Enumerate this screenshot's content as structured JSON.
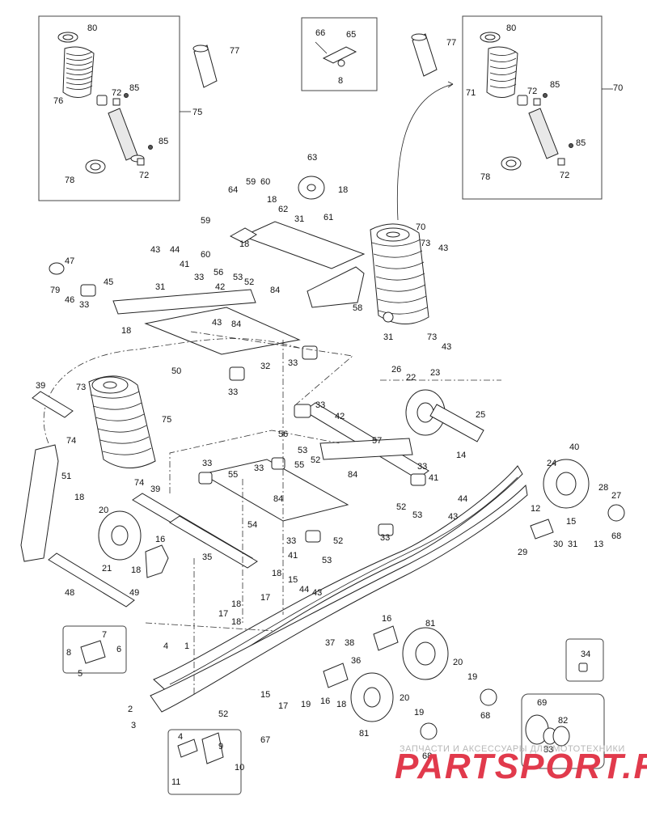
{
  "diagram": {
    "part_labels": [
      {
        "id": "80a",
        "text": "80"
      },
      {
        "id": "77a",
        "text": "77"
      },
      {
        "id": "66",
        "text": "66"
      },
      {
        "id": "65",
        "text": "65"
      },
      {
        "id": "8a",
        "text": "8"
      },
      {
        "id": "77b",
        "text": "77"
      },
      {
        "id": "80b",
        "text": "80"
      },
      {
        "id": "76",
        "text": "76"
      },
      {
        "id": "72a",
        "text": "72"
      },
      {
        "id": "85a",
        "text": "85"
      },
      {
        "id": "75a",
        "text": "75"
      },
      {
        "id": "85b",
        "text": "85"
      },
      {
        "id": "78a",
        "text": "78"
      },
      {
        "id": "72b",
        "text": "72"
      },
      {
        "id": "71",
        "text": "71"
      },
      {
        "id": "72c",
        "text": "72"
      },
      {
        "id": "85c",
        "text": "85"
      },
      {
        "id": "70a",
        "text": "70"
      },
      {
        "id": "85d",
        "text": "85"
      },
      {
        "id": "78b",
        "text": "78"
      },
      {
        "id": "72d",
        "text": "72"
      },
      {
        "id": "63",
        "text": "63"
      },
      {
        "id": "64",
        "text": "64"
      },
      {
        "id": "59a",
        "text": "59"
      },
      {
        "id": "60a",
        "text": "60"
      },
      {
        "id": "18a",
        "text": "18"
      },
      {
        "id": "18b",
        "text": "18"
      },
      {
        "id": "61",
        "text": "61"
      },
      {
        "id": "62",
        "text": "62"
      },
      {
        "id": "31a",
        "text": "31"
      },
      {
        "id": "59b",
        "text": "59"
      },
      {
        "id": "70b",
        "text": "70"
      },
      {
        "id": "73a",
        "text": "73"
      },
      {
        "id": "43a",
        "text": "43"
      },
      {
        "id": "60b",
        "text": "60"
      },
      {
        "id": "18c",
        "text": "18"
      },
      {
        "id": "56a",
        "text": "56"
      },
      {
        "id": "53a",
        "text": "53"
      },
      {
        "id": "52a",
        "text": "52"
      },
      {
        "id": "43b",
        "text": "43"
      },
      {
        "id": "44a",
        "text": "44"
      },
      {
        "id": "41a",
        "text": "41"
      },
      {
        "id": "33a",
        "text": "33"
      },
      {
        "id": "42a",
        "text": "42"
      },
      {
        "id": "47",
        "text": "47"
      },
      {
        "id": "45",
        "text": "45"
      },
      {
        "id": "79",
        "text": "79"
      },
      {
        "id": "46",
        "text": "46"
      },
      {
        "id": "33b",
        "text": "33"
      },
      {
        "id": "31b",
        "text": "31"
      },
      {
        "id": "84a",
        "text": "84"
      },
      {
        "id": "58",
        "text": "58"
      },
      {
        "id": "31c",
        "text": "31"
      },
      {
        "id": "73b",
        "text": "73"
      },
      {
        "id": "43c",
        "text": "43"
      },
      {
        "id": "18d",
        "text": "18"
      },
      {
        "id": "43d",
        "text": "43"
      },
      {
        "id": "84b",
        "text": "84"
      },
      {
        "id": "50",
        "text": "50"
      },
      {
        "id": "32",
        "text": "32"
      },
      {
        "id": "33c",
        "text": "33"
      },
      {
        "id": "33d",
        "text": "33"
      },
      {
        "id": "39a",
        "text": "39"
      },
      {
        "id": "73c",
        "text": "73"
      },
      {
        "id": "26",
        "text": "26"
      },
      {
        "id": "22",
        "text": "22"
      },
      {
        "id": "23",
        "text": "23"
      },
      {
        "id": "75b",
        "text": "75"
      },
      {
        "id": "33e",
        "text": "33"
      },
      {
        "id": "74a",
        "text": "74"
      },
      {
        "id": "42b",
        "text": "42"
      },
      {
        "id": "25",
        "text": "25"
      },
      {
        "id": "56b",
        "text": "56"
      },
      {
        "id": "57",
        "text": "57"
      },
      {
        "id": "53b",
        "text": "53"
      },
      {
        "id": "52b",
        "text": "52"
      },
      {
        "id": "51",
        "text": "51"
      },
      {
        "id": "33f",
        "text": "33"
      },
      {
        "id": "33g",
        "text": "33"
      },
      {
        "id": "55a",
        "text": "55"
      },
      {
        "id": "55b",
        "text": "55"
      },
      {
        "id": "33h",
        "text": "33"
      },
      {
        "id": "84c",
        "text": "84"
      },
      {
        "id": "41b",
        "text": "41"
      },
      {
        "id": "14",
        "text": "14"
      },
      {
        "id": "40",
        "text": "40"
      },
      {
        "id": "24",
        "text": "24"
      },
      {
        "id": "74b",
        "text": "74"
      },
      {
        "id": "39b",
        "text": "39"
      },
      {
        "id": "84d",
        "text": "84"
      },
      {
        "id": "52c",
        "text": "52"
      },
      {
        "id": "44b",
        "text": "44"
      },
      {
        "id": "28",
        "text": "28"
      },
      {
        "id": "18e",
        "text": "18"
      },
      {
        "id": "20a",
        "text": "20"
      },
      {
        "id": "54",
        "text": "54"
      },
      {
        "id": "53c",
        "text": "53"
      },
      {
        "id": "43e",
        "text": "43"
      },
      {
        "id": "27",
        "text": "27"
      },
      {
        "id": "12",
        "text": "12"
      },
      {
        "id": "33i",
        "text": "33"
      },
      {
        "id": "52d",
        "text": "52"
      },
      {
        "id": "33j",
        "text": "33"
      },
      {
        "id": "15a",
        "text": "15"
      },
      {
        "id": "68a",
        "text": "68"
      },
      {
        "id": "16a",
        "text": "16"
      },
      {
        "id": "53d",
        "text": "53"
      },
      {
        "id": "21",
        "text": "21"
      },
      {
        "id": "18f",
        "text": "18"
      },
      {
        "id": "35",
        "text": "35"
      },
      {
        "id": "41c",
        "text": "41"
      },
      {
        "id": "29",
        "text": "29"
      },
      {
        "id": "30",
        "text": "30"
      },
      {
        "id": "31d",
        "text": "31"
      },
      {
        "id": "13",
        "text": "13"
      },
      {
        "id": "18g",
        "text": "18"
      },
      {
        "id": "15b",
        "text": "15"
      },
      {
        "id": "44c",
        "text": "44"
      },
      {
        "id": "43f",
        "text": "43"
      },
      {
        "id": "48",
        "text": "48"
      },
      {
        "id": "49",
        "text": "49"
      },
      {
        "id": "17a",
        "text": "17"
      },
      {
        "id": "18h",
        "text": "18"
      },
      {
        "id": "17b",
        "text": "17"
      },
      {
        "id": "7",
        "text": "7"
      },
      {
        "id": "16b",
        "text": "16"
      },
      {
        "id": "81a",
        "text": "81"
      },
      {
        "id": "37",
        "text": "37"
      },
      {
        "id": "38",
        "text": "38"
      },
      {
        "id": "4a",
        "text": "4"
      },
      {
        "id": "1",
        "text": "1"
      },
      {
        "id": "8b",
        "text": "8"
      },
      {
        "id": "6",
        "text": "6"
      },
      {
        "id": "18i",
        "text": "18"
      },
      {
        "id": "34",
        "text": "34"
      },
      {
        "id": "5",
        "text": "5"
      },
      {
        "id": "36",
        "text": "36"
      },
      {
        "id": "20b",
        "text": "20"
      },
      {
        "id": "19a",
        "text": "19"
      },
      {
        "id": "15c",
        "text": "15"
      },
      {
        "id": "17c",
        "text": "17"
      },
      {
        "id": "19b",
        "text": "19"
      },
      {
        "id": "16c",
        "text": "16"
      },
      {
        "id": "18j",
        "text": "18"
      },
      {
        "id": "2",
        "text": "2"
      },
      {
        "id": "52e",
        "text": "52"
      },
      {
        "id": "20c",
        "text": "20"
      },
      {
        "id": "68b",
        "text": "68"
      },
      {
        "id": "69",
        "text": "69"
      },
      {
        "id": "3",
        "text": "3"
      },
      {
        "id": "19c",
        "text": "19"
      },
      {
        "id": "82",
        "text": "82"
      },
      {
        "id": "67",
        "text": "67"
      },
      {
        "id": "81b",
        "text": "81"
      },
      {
        "id": "83",
        "text": "83"
      },
      {
        "id": "4b",
        "text": "4"
      },
      {
        "id": "9",
        "text": "9"
      },
      {
        "id": "68c",
        "text": "68"
      },
      {
        "id": "10",
        "text": "10"
      },
      {
        "id": "11",
        "text": "11"
      }
    ]
  },
  "watermark": {
    "caption": "ЗАПЧАСТИ И АКСЕССУАРЫ ДЛЯ МОТОТЕХНИКИ",
    "brand": "PARTSPORT.RU",
    "brand_color": "#e13a4c"
  }
}
